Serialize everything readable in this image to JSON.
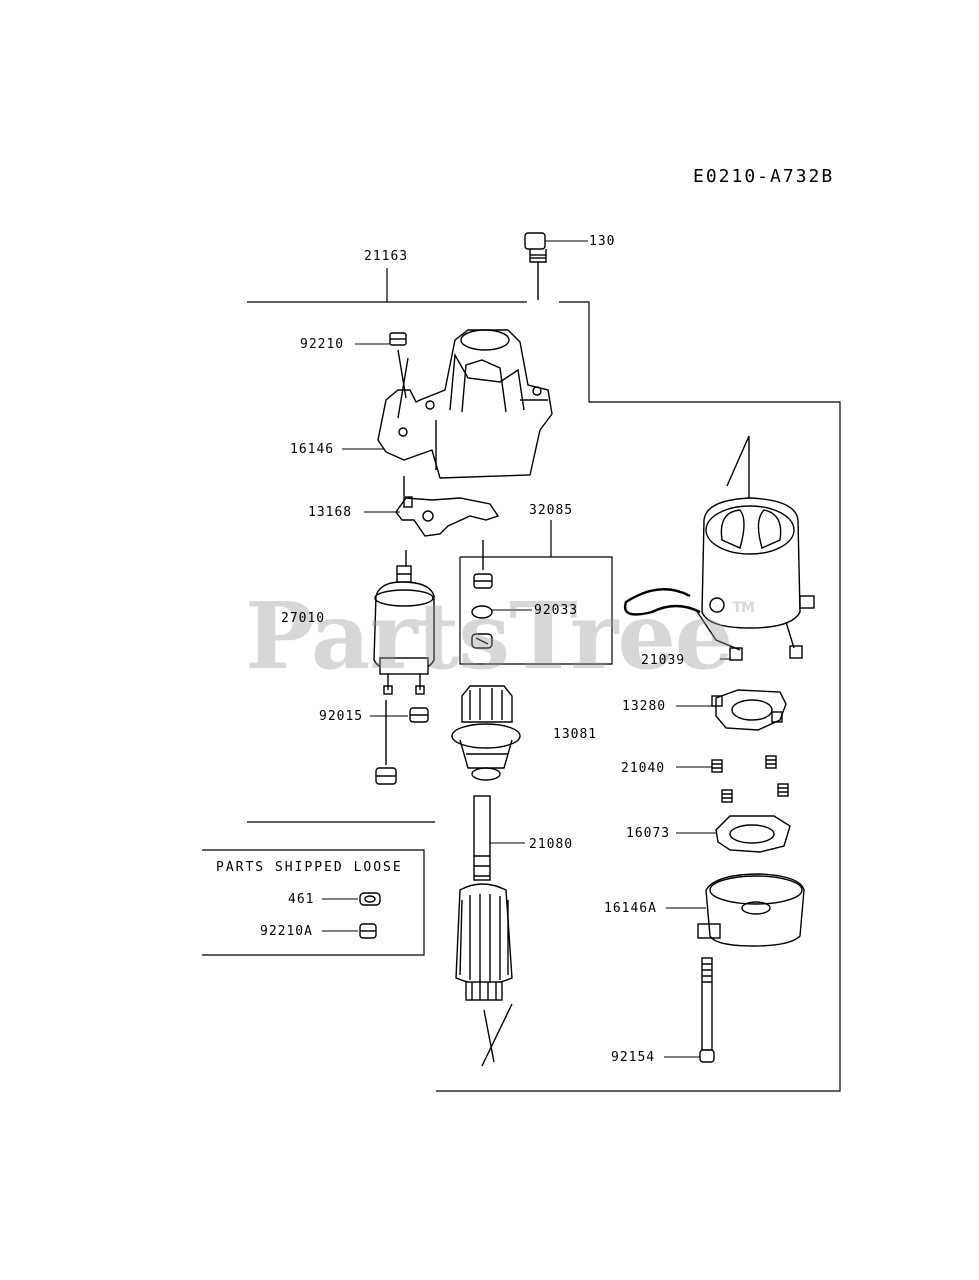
{
  "diagram_code": "E0210-A732B",
  "watermark": "PartsTree",
  "watermark_mark": "TM",
  "parts_shipped_loose": {
    "title": "PARTS SHIPPED LOOSE",
    "items": [
      "461",
      "92210A"
    ]
  },
  "callouts": {
    "c130": "130",
    "c21163": "21163",
    "c92210": "92210",
    "c16146": "16146",
    "c13168": "13168",
    "c32085": "32085",
    "c27010": "27010",
    "c92033": "92033",
    "c21039": "21039",
    "c13280": "13280",
    "c92015": "92015",
    "c13081": "13081",
    "c21040": "21040",
    "c16073": "16073",
    "c21080": "21080",
    "c461": "461",
    "c92210A": "92210A",
    "c16146A": "16146A",
    "c92154": "92154"
  }
}
